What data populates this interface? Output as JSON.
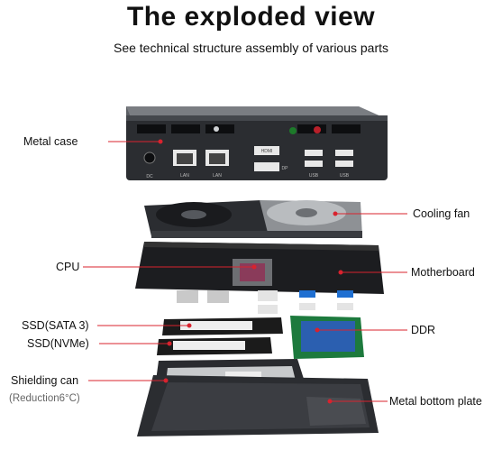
{
  "header": {
    "title": "The exploded view",
    "subtitle": "See technical structure assembly of various parts"
  },
  "labels": {
    "metal_case": "Metal case",
    "cooling_fan": "Cooling fan",
    "cpu": "CPU",
    "motherboard": "Motherboard",
    "ssd_sata": "SSD(SATA 3)",
    "ssd_nvme": "SSD(NVMe)",
    "ddr": "DDR",
    "shielding_can": "Shielding can",
    "reduction": "(Reduction6°C)",
    "metal_bottom_plate": "Metal bottom plate"
  },
  "port_labels": {
    "dc": "DC",
    "lan1": "LAN",
    "lan2": "LAN",
    "dp": "DP",
    "usb1": "USB",
    "usb2": "USB",
    "hdmi": "HDMI"
  },
  "colors": {
    "leader_line": "#d9232e",
    "case_dark": "#2b2d31",
    "board": "#1c1d20",
    "fan_metal": "#b9bcbf",
    "usb_blue": "#1f6fd1"
  }
}
